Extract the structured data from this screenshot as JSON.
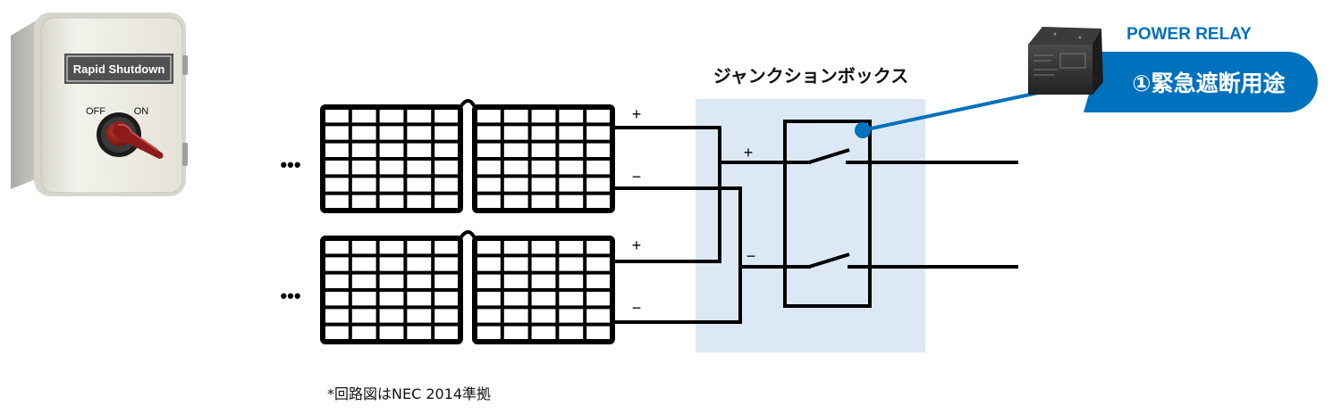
{
  "rapid_shutdown": {
    "label": "Rapid Shutdown",
    "off_label": "OFF",
    "on_label": "ON"
  },
  "junction_box": {
    "title": "ジャンクションボックス"
  },
  "pv_strings": [
    {
      "plus_label": "+",
      "minus_label": "−",
      "ellipsis": "•••"
    },
    {
      "plus_label": "+",
      "minus_label": "−",
      "ellipsis": "•••"
    }
  ],
  "relay_poles": {
    "plus_label": "+",
    "minus_label": "−"
  },
  "power_relay": {
    "title": "POWER RELAY",
    "callout": "①緊急遮断用途",
    "accent_color": "#0071bc"
  },
  "footnote": "*回路図はNEC 2014準拠",
  "colors": {
    "junction_box_fill": "#dde8f5",
    "wire": "#000000",
    "accent": "#0071bc"
  }
}
